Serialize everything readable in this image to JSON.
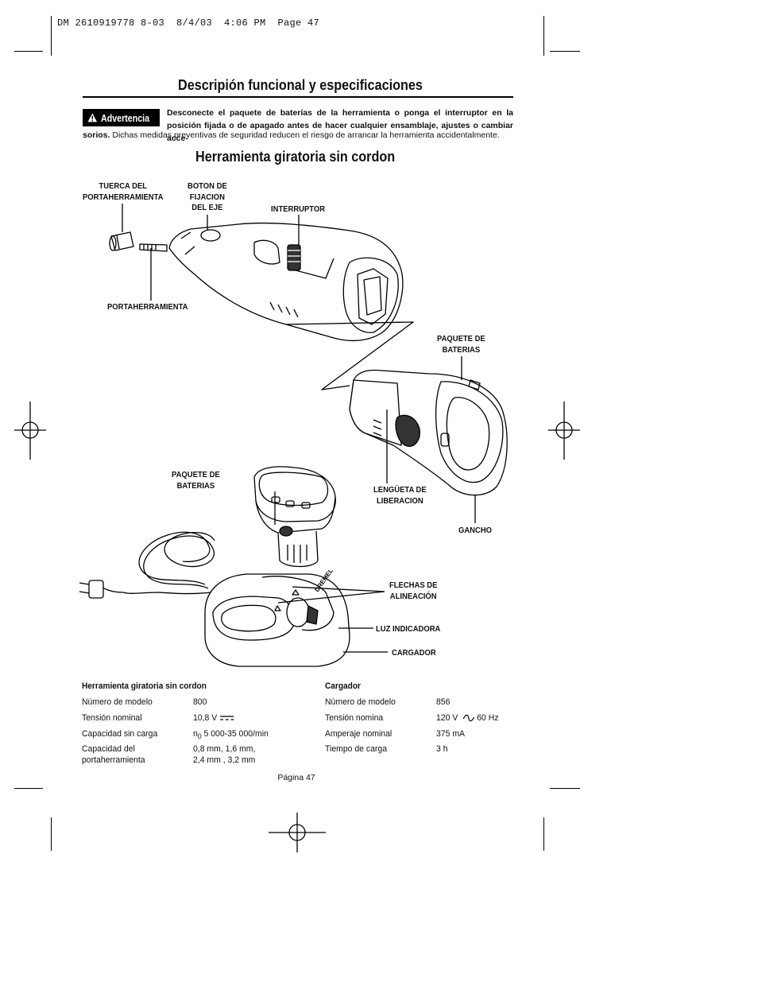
{
  "slug": "DM 2610919778 8-03  8/4/03  4:06 PM  Page 47",
  "title": "Descripión funcional y especificaciones",
  "warning": {
    "badge": "Advertencia",
    "bold_text": "Desconecte el paquete de baterías de la herramienta o ponga el interruptor en la posición fijada o de apagado antes de hacer cualquier ensamblaje, ajustes o cambiar acce-",
    "bold_tail": "sorios.",
    "text": " Dichas medidas preventivas de seguridad reducen el riesgo de arrancar la herramienta accidentalmente."
  },
  "subtitle": "Herramienta giratoria sin cordon",
  "labels": {
    "tuerca": "TUERCA DEL\nPORTAHERRAMIENTA",
    "boton": "BOTON DE\nFIJACION\nDEL EJE",
    "interruptor": "INTERRUPTOR",
    "portaherramienta": "PORTAHERRAMIENTA",
    "paquete1": "PAQUETE DE\nBATERIAS",
    "paquete2": "PAQUETE DE\nBATERIAS",
    "lengueta": "LENGÜETA DE\nLIBERACION",
    "gancho": "GANCHO",
    "flechas": "FLECHAS DE\nALINEACIÓN",
    "luz": "LUZ INDICADORA",
    "cargador": "CARGADOR",
    "brand": "DREMEL"
  },
  "specs_tool": {
    "title": "Herramienta giratoria sin cordon",
    "rows": [
      {
        "label": "Número de modelo",
        "value": "800"
      },
      {
        "label": "Tensión nominal",
        "value": "10,8 V"
      },
      {
        "label": "Capacidad sin carga",
        "prefix": "n",
        "sub": "0",
        "value": " 5 000-35 000/min"
      },
      {
        "label": "Capacidad del\nportaherramienta",
        "value": "0,8 mm, 1,6 mm,\n2,4 mm , 3,2 mm"
      }
    ]
  },
  "specs_charger": {
    "title": "Cargador",
    "rows": [
      {
        "label": "Número de modelo",
        "value": "856"
      },
      {
        "label": "Tensión nomina",
        "value": "120 V",
        "value2": "60 Hz"
      },
      {
        "label": "Amperaje nominal",
        "value": "375 mA"
      },
      {
        "label": "Tiempo de carga",
        "value": "3 h"
      }
    ]
  },
  "page_label": "Página 47"
}
